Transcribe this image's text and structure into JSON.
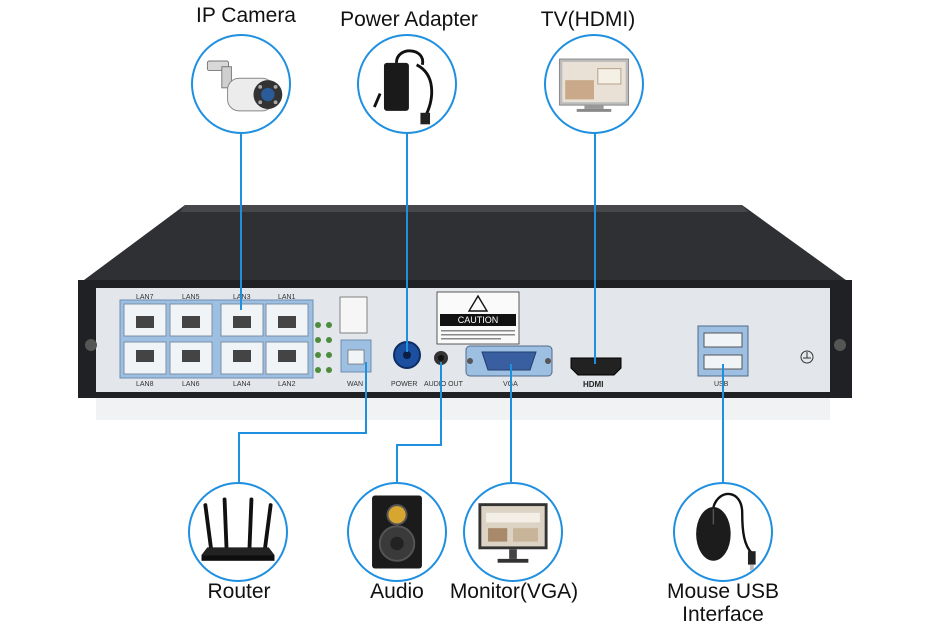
{
  "labels": {
    "ip_camera": "IP Camera",
    "power_adapter": "Power Adapter",
    "tv": "TV(HDMI)",
    "router": "Router",
    "audio": "Audio",
    "monitor": "Monitor(VGA)",
    "mouse_line1": "Mouse USB",
    "mouse_line2": "Interface"
  },
  "ports": {
    "lan7": "LAN7",
    "lan5": "LAN5",
    "lan3": "LAN3",
    "lan1": "LAN1",
    "lan8": "LAN8",
    "lan6": "LAN6",
    "lan4": "LAN4",
    "lan2": "LAN2",
    "wan": "WAN",
    "power": "POWER",
    "audio_out": "AUDIO OUT",
    "vga": "VGA",
    "hdmi": "HDMI",
    "usb": "USB"
  },
  "caution": {
    "title": "CAUTION"
  },
  "colors": {
    "wire": "#1f8fe0",
    "panel": "#dfe3e8",
    "chassis": "#2a2b2e",
    "port_blue": "#a9c9e8"
  }
}
